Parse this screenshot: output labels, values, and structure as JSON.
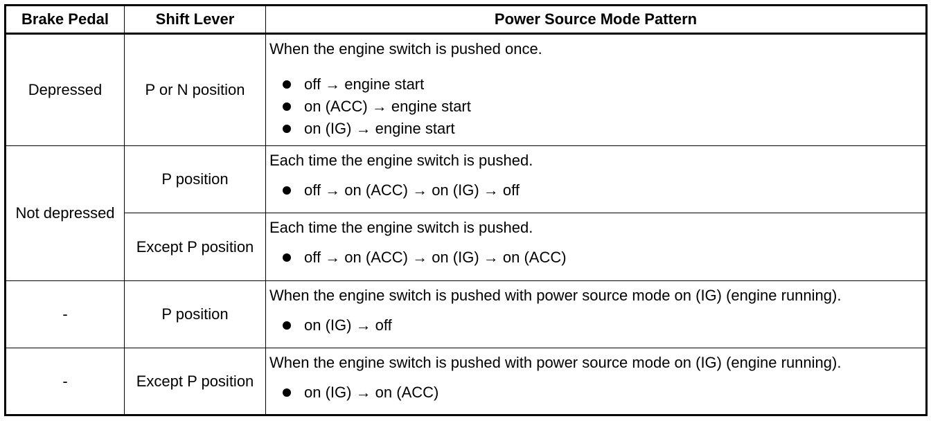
{
  "table": {
    "headers": [
      "Brake Pedal",
      "Shift Lever",
      "Power Source Mode Pattern"
    ],
    "rows": [
      {
        "brake": "Depressed",
        "shift": "P or N position",
        "intro": "When the engine switch is pushed once.",
        "items": [
          "off → engine start",
          "on (ACC) → engine start",
          "on (IG) → engine start"
        ]
      },
      {
        "brake": "Not depressed",
        "shift": "P position",
        "intro": "Each time the engine switch is pushed.",
        "items": [
          "off → on (ACC) → on (IG) → off"
        ]
      },
      {
        "shift": "Except P position",
        "intro": "Each time the engine switch is pushed.",
        "items": [
          "off → on (ACC) → on (IG) → on (ACC)"
        ]
      },
      {
        "brake": "-",
        "shift": "P position",
        "intro": "When the engine switch is pushed with power source mode on (IG) (engine running).",
        "items": [
          "on (IG) → off"
        ]
      },
      {
        "brake": "-",
        "shift": "Except P position",
        "intro": "When the engine switch is pushed with power source mode on (IG) (engine running).",
        "items": [
          "on (IG) → on (ACC)"
        ]
      }
    ]
  }
}
